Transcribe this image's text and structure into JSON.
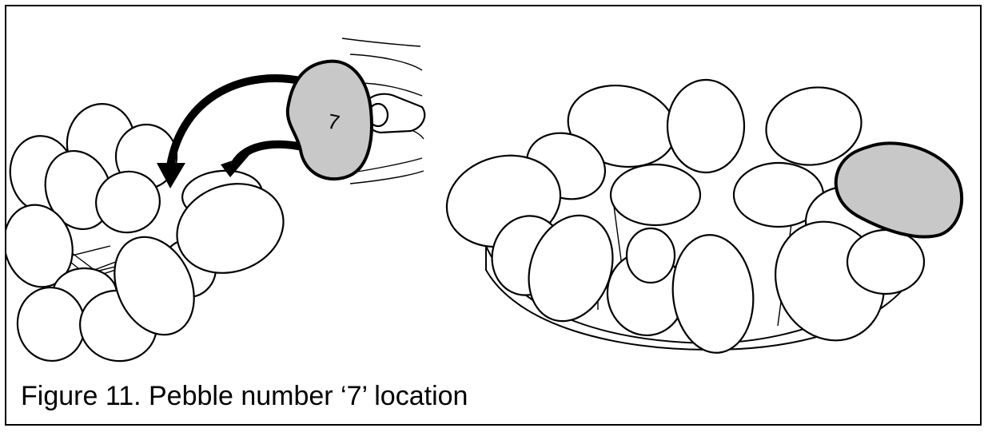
{
  "figure": {
    "caption": "Figure 11. Pebble number ‘7’ location",
    "pebble_mark": "7",
    "highlight_color": "#c8c8c8",
    "left_panel": "pebble-insert-illustration",
    "right_panel": "pebble-location-illustration"
  }
}
